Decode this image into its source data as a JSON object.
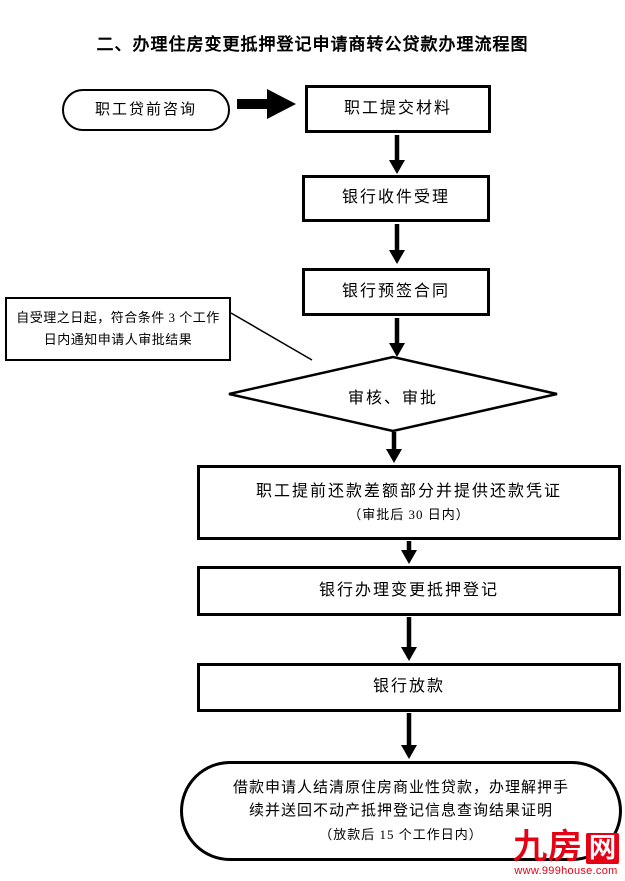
{
  "title": "二、办理住房变更抵押登记申请商转公贷款办理流程图",
  "nodes": {
    "consult": {
      "label": "职工贷前咨询"
    },
    "submit": {
      "label": "职工提交材料"
    },
    "receive": {
      "label": "银行收件受理"
    },
    "presign": {
      "label": "银行预签合同"
    },
    "review": {
      "label": "审核、审批"
    },
    "note": {
      "line1": "自受理之日起，符合条件 3 个工作",
      "line2": "日内通知申请人审批结果"
    },
    "repay": {
      "label": "职工提前还款差额部分并提供还款凭证",
      "sub": "（审批后 30 日内）"
    },
    "register": {
      "label": "银行办理变更抵押登记"
    },
    "loan": {
      "label": "银行放款"
    },
    "final": {
      "line1": "借款申请人结清原住房商业性贷款，办理解押手",
      "line2": "续并送回不动产抵押登记信息查询结果证明",
      "sub": "（放款后 15 个工作日内）"
    }
  },
  "logo": {
    "name_main": "九房",
    "name_box": "网",
    "url": "www.999house.com",
    "accent_color": "#e60013"
  },
  "colors": {
    "line": "#000000",
    "background": "#ffffff"
  }
}
